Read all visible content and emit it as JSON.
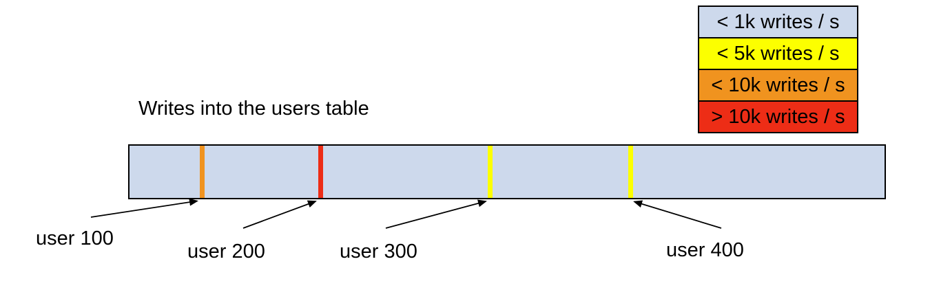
{
  "diagram": {
    "title": "Writes into the users table"
  },
  "colors": {
    "bar_fill": "#cdd9ec",
    "outline": "#000000",
    "lt_1k": "#cdd9ec",
    "lt_5k": "#fcff00",
    "lt_10k": "#f0931f",
    "gt_10k": "#ed2d16"
  },
  "legend": {
    "items": [
      {
        "label": "< 1k writes / s",
        "color": "#cdd9ec"
      },
      {
        "label": "< 5k writes / s",
        "color": "#fcff00"
      },
      {
        "label": "< 10k writes / s",
        "color": "#f0931f"
      },
      {
        "label": "> 10k writes / s",
        "color": "#ed2d16"
      }
    ]
  },
  "bar": {
    "markers": [
      {
        "user": "user 100",
        "rate": "< 10k writes / s",
        "color": "#f0931f",
        "position_pct": 9.7
      },
      {
        "user": "user 200",
        "rate": "> 10k writes / s",
        "color": "#ed2d16",
        "position_pct": 25.4
      },
      {
        "user": "user 300",
        "rate": "< 5k writes / s",
        "color": "#fcff00",
        "position_pct": 47.7
      },
      {
        "user": "user 400",
        "rate": "< 5k writes / s",
        "color": "#fcff00",
        "position_pct": 66.3
      }
    ]
  }
}
